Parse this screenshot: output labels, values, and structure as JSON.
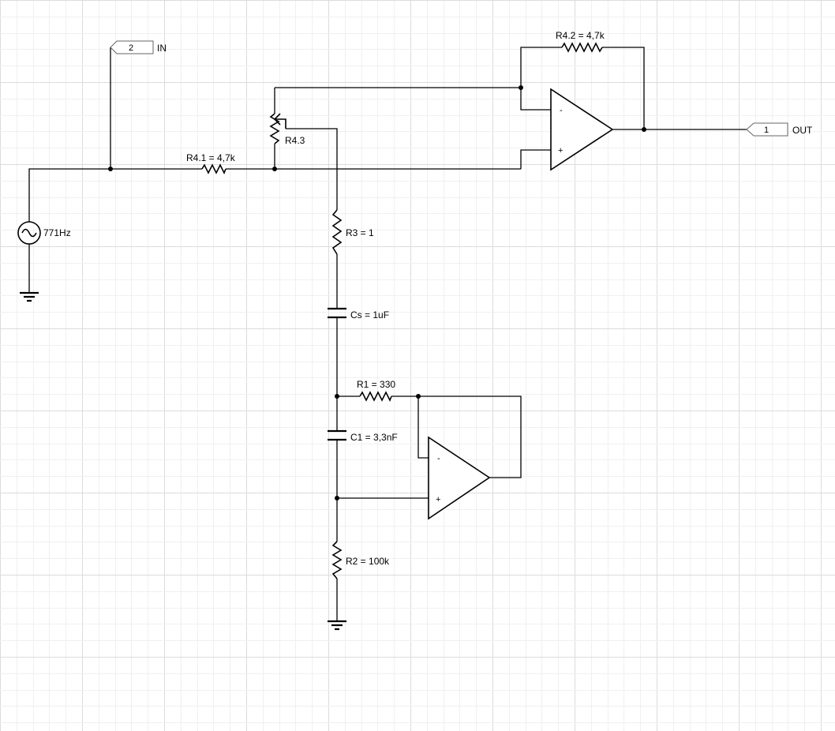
{
  "ports": {
    "in": {
      "pin": "2",
      "label": "IN"
    },
    "out": {
      "pin": "1",
      "label": "OUT"
    }
  },
  "source": {
    "label": "771Hz"
  },
  "components": {
    "r41": "R4.1 = 4,7k",
    "r42": "R4.2 = 4,7k",
    "r43": "R4.3",
    "r3": "R3 = 1",
    "cs": "Cs = 1uF",
    "r1": "R1 = 330",
    "c1": "C1 = 3,3nF",
    "r2": "R2 = 100k"
  },
  "opamps": {
    "u1": {
      "minus": "-",
      "plus": "+"
    },
    "u2": {
      "minus": "-",
      "plus": "+"
    }
  }
}
